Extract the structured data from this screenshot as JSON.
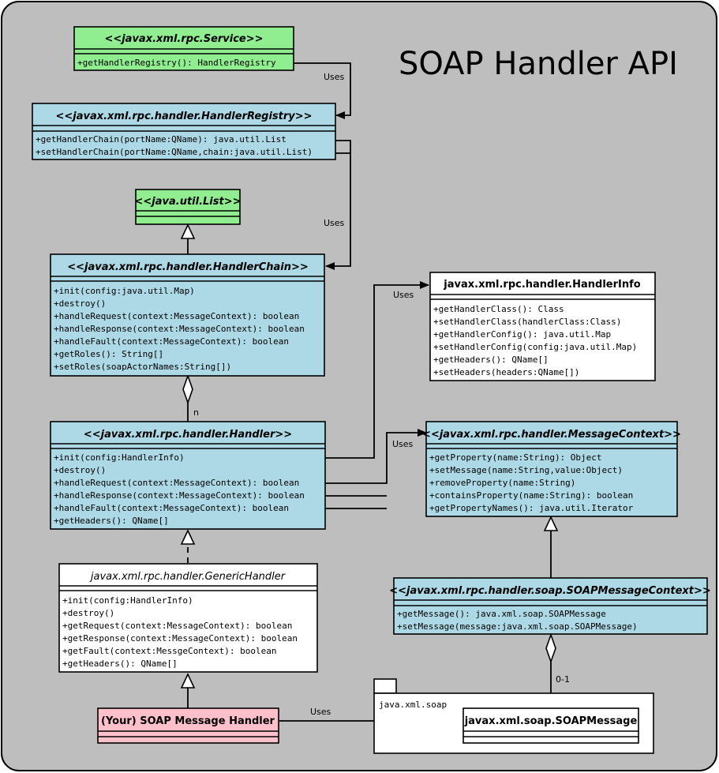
{
  "title": "SOAP Handler API",
  "colors": {
    "background": "#bebebe",
    "service_green": "#90ee90",
    "interface_blue": "#add8e6",
    "class_white": "#ffffff",
    "handler_pink": "#ffc0cb"
  },
  "classes": {
    "service": {
      "name": "<<javax.xml.rpc.Service>>",
      "ops": [
        "+getHandlerRegistry(): HandlerRegistry"
      ]
    },
    "registry": {
      "name": "<<javax.xml.rpc.handler.HandlerRegistry>>",
      "ops": [
        "+getHandlerChain(portName:QName): java.util.List",
        "+setHandlerChain(portName:QName,chain:java.util.List)"
      ]
    },
    "list": {
      "name": "<<java.util.List>>",
      "ops": []
    },
    "chain": {
      "name": "<<javax.xml.rpc.handler.HandlerChain>>",
      "ops": [
        "+init(config:java.util.Map)",
        "+destroy()",
        "+handleRequest(context:MessageContext): boolean",
        "+handleResponse(context:MessageContext): boolean",
        "+handleFault(context:MessageContext): boolean",
        "+getRoles(): String[]",
        "+setRoles(soapActorNames:String[])"
      ]
    },
    "info": {
      "name": "javax.xml.rpc.handler.HandlerInfo",
      "ops": [
        "+getHandlerClass(): Class",
        "+setHandlerClass(handlerClass:Class)",
        "+getHandlerConfig(): java.util.Map",
        "+setHandlerConfig(config:java.util.Map)",
        "+getHeaders(): QName[]",
        "+setHeaders(headers:QName[])"
      ]
    },
    "handler": {
      "name": "<<javax.xml.rpc.handler.Handler>>",
      "ops": [
        "+init(config:HandlerInfo)",
        "+destroy()",
        "+handleRequest(context:MessageContext): boolean",
        "+handleResponse(context:MessageContext): boolean",
        "+handleFault(context:MessageContext): boolean",
        "+getHeaders(): QName[]"
      ]
    },
    "msgctx": {
      "name": "<<javax.xml.rpc.handler.MessageContext>>",
      "ops": [
        "+getProperty(name:String): Object",
        "+setMessage(name:String,value:Object)",
        "+removeProperty(name:String)",
        "+containsProperty(name:String): boolean",
        "+getPropertyNames(): java.util.Iterator"
      ]
    },
    "generic": {
      "name": "javax.xml.rpc.handler.GenericHandler",
      "ops": [
        "+init(config:HandlerInfo)",
        "+destroy()",
        "+getRequest(context:MessageContext): boolean",
        "+getResponse(context:MessageContext): boolean",
        "+getFault(context:MessgeContext): boolean",
        "+getHeaders(): QName[]"
      ]
    },
    "soapctx": {
      "name": "<<javax.xml.rpc.handler.soap.SOAPMessageContext>>",
      "ops": [
        "+getMessage(): java.xml.soap.SOAPMessage",
        "+setMessage(message:java.xml.soap.SOAPMessage)"
      ]
    },
    "yours": {
      "name": "(Your) SOAP Message Handler",
      "ops": []
    },
    "soapmsg": {
      "name": "javax.xml.soap.SOAPMessage",
      "ops": []
    }
  },
  "package": {
    "name": "java.xml.soap"
  },
  "edges": {
    "uses_label": "Uses",
    "multiplicity_n": "n",
    "multiplicity_01": "0-1"
  }
}
